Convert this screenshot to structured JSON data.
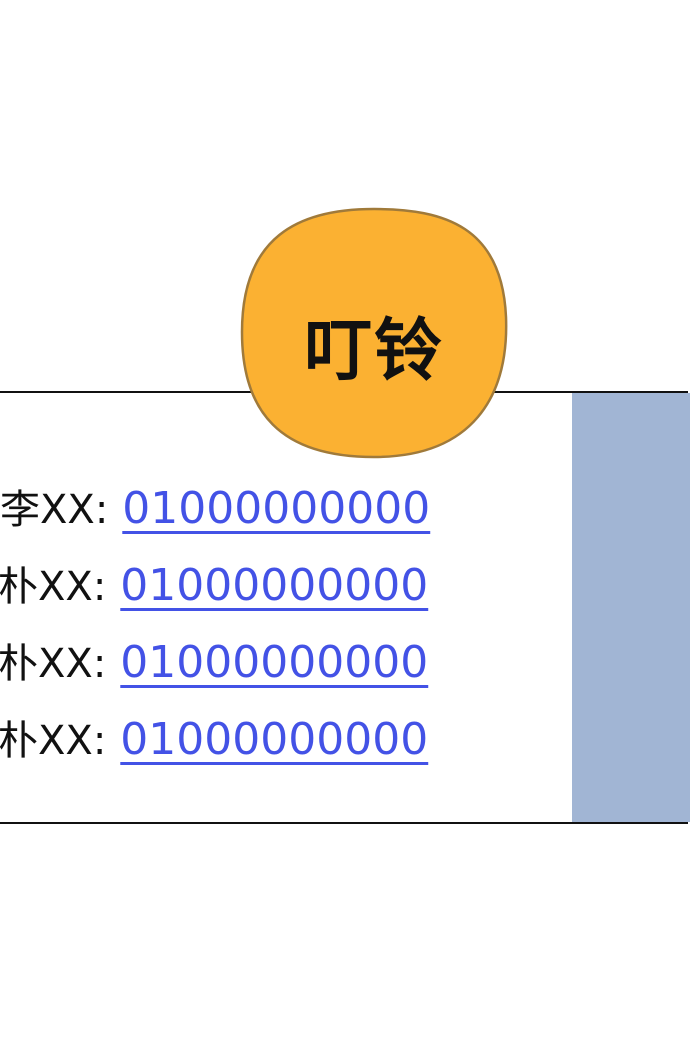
{
  "badge": {
    "label": "叮铃",
    "color": "#FBB132",
    "border_color": "#A07A3A"
  },
  "side_panel": {
    "color": "#A1B5D4"
  },
  "contacts": [
    {
      "name": "李XX",
      "separator": ":",
      "phone": "01000000000"
    },
    {
      "name": "朴XX",
      "separator": ":",
      "phone": "01000000000"
    },
    {
      "name": "朴XX",
      "separator": ":",
      "phone": "01000000000"
    },
    {
      "name": "朴XX",
      "separator": ":",
      "phone": "01000000000"
    }
  ],
  "link_color": "#4352E6"
}
